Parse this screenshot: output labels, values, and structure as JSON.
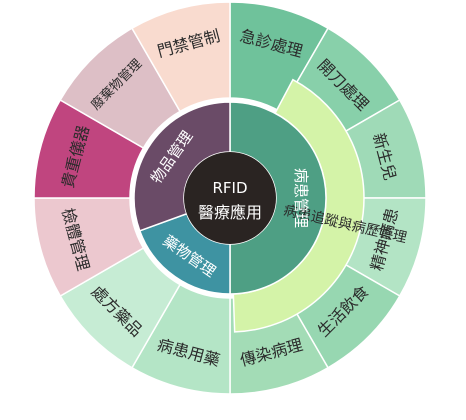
{
  "center": {
    "line1": "RFID",
    "line2": "醫療應用",
    "color": "#2a2422"
  },
  "colors": {
    "teal": "#5aa985",
    "olive_green": "#9fd683",
    "mint": "#bde7cf",
    "rose": "#c0457f",
    "pink_light": "#ddbfc6",
    "peach": "#f9dbcf",
    "purple_dark": "#6a4b67",
    "blue_teal": "#3e93a2",
    "green_light": "#a6e1b7",
    "white_border": "#ffffff"
  },
  "mid_segments": [
    {
      "id": "patient",
      "label": "病患管理",
      "color": "#4e9f84"
    },
    {
      "id": "medicine",
      "label": "藥物管理",
      "color": "#3e93a2"
    },
    {
      "id": "goods",
      "label": "物品管理",
      "color": "#6a4b67"
    }
  ],
  "outer_segments": [
    {
      "id": "emergency",
      "label": "急診處理",
      "color": "#6fc29b"
    },
    {
      "id": "surgery",
      "label": "開刀處理",
      "color": "#88d0aa"
    },
    {
      "id": "newborn",
      "label": "新生兒",
      "color": "#9fdab7"
    },
    {
      "id": "psychiatric",
      "label": "精神病患",
      "color": "#b3e4c5"
    },
    {
      "id": "food",
      "label": "生活飲食",
      "color": "#97d7b1"
    },
    {
      "id": "infection",
      "label": "傳染病理",
      "color": "#a3dcb6"
    },
    {
      "id": "medication",
      "label": "病患用藥",
      "color": "#b4e5c6"
    },
    {
      "id": "prescription",
      "label": "處方藥品",
      "color": "#c6ecd4"
    },
    {
      "id": "specimen",
      "label": "檢體管理",
      "color": "#ecc8cf"
    },
    {
      "id": "equipment",
      "label": "貴重儀器",
      "color": "#c0457f"
    },
    {
      "id": "waste",
      "label": "廢棄物管理",
      "color": "#ddbfc6"
    },
    {
      "id": "access",
      "label": "門禁管制",
      "color": "#f9dbcf"
    }
  ],
  "inner_arc": {
    "id": "tracking",
    "label": "病患追蹤與病歷管理",
    "color": "#d4f3a8"
  },
  "extra_label": {
    "id": "history",
    "label": "病歷管理"
  }
}
